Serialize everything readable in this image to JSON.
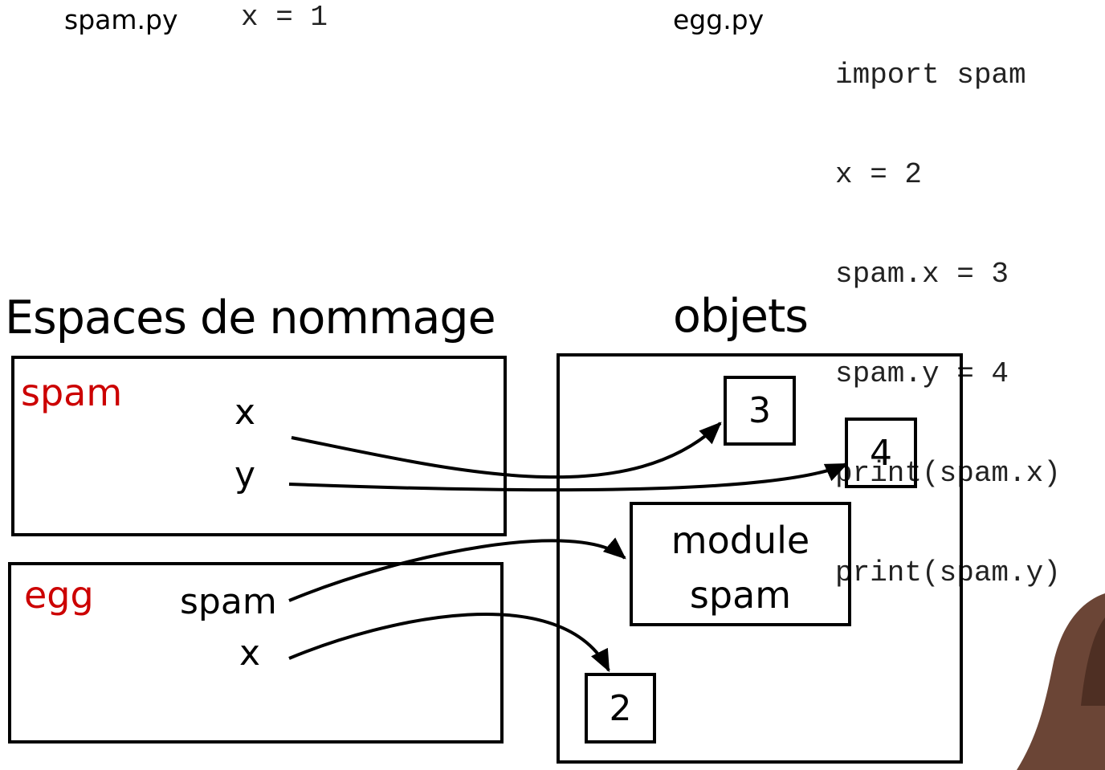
{
  "code": {
    "spam_file": {
      "filename": "spam.py",
      "lines": [
        "x = 1"
      ]
    },
    "egg_file": {
      "filename": "egg.py",
      "lines": [
        "import spam",
        "x = 2",
        "spam.x = 3",
        "spam.y = 4",
        "print(spam.x)",
        "print(spam.y)"
      ]
    }
  },
  "diagram": {
    "namespaces_heading": "Espaces de nommage",
    "objects_heading": "objets",
    "namespaces": [
      {
        "name": "spam",
        "vars": [
          "x",
          "y"
        ]
      },
      {
        "name": "egg",
        "vars": [
          "spam",
          "x"
        ]
      }
    ],
    "objects": {
      "three": "3",
      "four": "4",
      "module_line1": "module",
      "module_line2": "spam",
      "two": "2"
    },
    "colors": {
      "namespace_name": "#cc0000",
      "line": "#000000"
    }
  }
}
